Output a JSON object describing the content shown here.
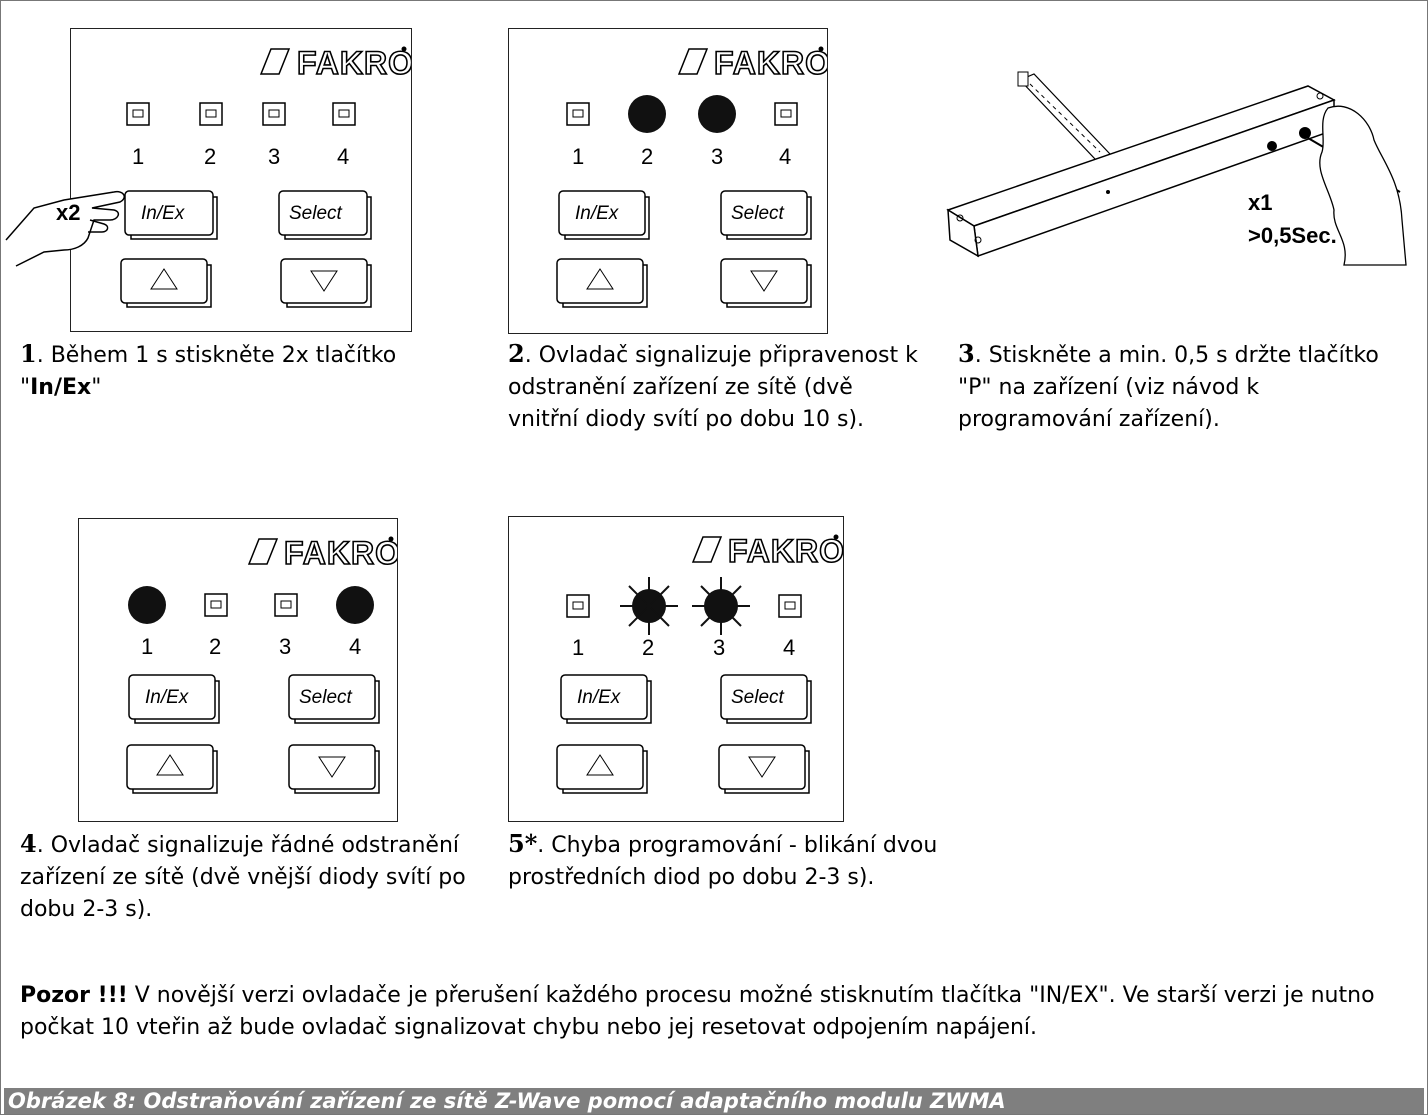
{
  "brand": "FAKRO",
  "buttons": {
    "inex": "In/Ex",
    "select": "Select"
  },
  "led_numbers": [
    "1",
    "2",
    "3",
    "4"
  ],
  "step1": {
    "hint": "x2",
    "num": "1",
    "text_a": ". Během 1 s stiskněte 2x tlačítko",
    "quote_open": "\"",
    "bold": "In/Ex",
    "quote_close": "\""
  },
  "step2": {
    "num": "2",
    "text": ". Ovladač signalizuje připravenost k odstranění zařízení ze sítě (dvě vnitřní diody svítí po dobu 10 s)."
  },
  "step3": {
    "hint_line1": "x1",
    "hint_line2": ">0,5Sec.",
    "num": "3",
    "text": ". Stiskněte a min. 0,5 s držte tlačítko \"P\" na zařízení (viz návod k programování zařízení)."
  },
  "step4": {
    "num": "4",
    "text": ". Ovladač signalizuje řádné odstranění zařízení ze sítě (dvě vnější diody svítí po dobu 2-3 s)."
  },
  "step5": {
    "num": "5*",
    "text": ". Chyba programování - blikání dvou prostředních diod po dobu 2-3 s)."
  },
  "note": {
    "bold": "Pozor !!!",
    "text": " V novější verzi ovladače je přerušení každého procesu možné stisknutím tlačítka \"IN/EX\". Ve starší verzi je nutno počkat 10 vteřin až bude ovladač signalizovat chybu nebo jej resetovat odpojením napájení."
  },
  "figure_caption": "Obrázek 8: Odstraňování zařízení ze sítě Z-Wave pomocí adaptačního modulu ZWMA"
}
